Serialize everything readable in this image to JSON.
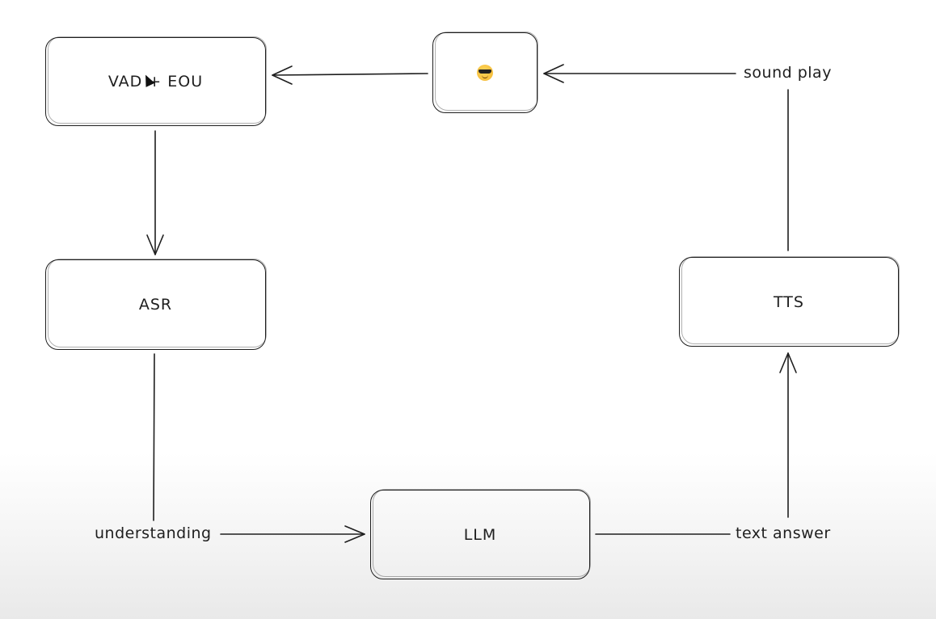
{
  "nodes": {
    "vad_eou": "VAD + EOU",
    "asr": "ASR",
    "llm": "LLM",
    "tts": "TTS"
  },
  "labels": {
    "understanding": "understanding",
    "text_answer": "text answer",
    "sound_play": "sound play"
  },
  "user_node": {
    "icon": "sunglasses-face-icon"
  },
  "edges": [
    {
      "from": "user",
      "to": "vad_eou"
    },
    {
      "from": "vad_eou",
      "to": "asr"
    },
    {
      "from": "asr",
      "to": "understanding"
    },
    {
      "from": "understanding",
      "to": "llm"
    },
    {
      "from": "llm",
      "to": "text_answer"
    },
    {
      "from": "text_answer",
      "to": "tts"
    },
    {
      "from": "tts",
      "to": "sound_play"
    },
    {
      "from": "sound_play",
      "to": "user"
    }
  ],
  "colors": {
    "stroke": "#1e1e1e",
    "background": "#ffffff"
  }
}
